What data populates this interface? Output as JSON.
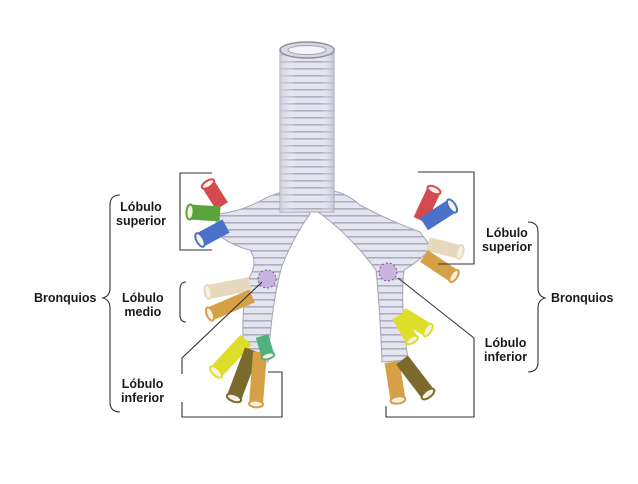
{
  "labels": {
    "right_superior": "Lóbulo\nsuperior",
    "right_medio": "Lóbulo\nmedio",
    "right_inferior": "Lóbulo\ninferior",
    "right_group": "Bronquios",
    "left_superior": "Lóbulo\nsuperior",
    "left_inferior": "Lóbulo\ninferior",
    "left_group": "Bronquios"
  },
  "colors": {
    "airway": "#e2e2ec",
    "airway_ring": "#a9a9bd",
    "airway_shade": "#c8c8d8",
    "bracket": "#333333",
    "red": "#d44a4e",
    "green": "#5aa53b",
    "blue": "#4a72c8",
    "beige": "#e7d9be",
    "orange": "#d6a046",
    "yellow": "#dede2a",
    "olive": "#7b6a2c",
    "mint": "#4fb27a",
    "purple": "#9b6aa8"
  }
}
